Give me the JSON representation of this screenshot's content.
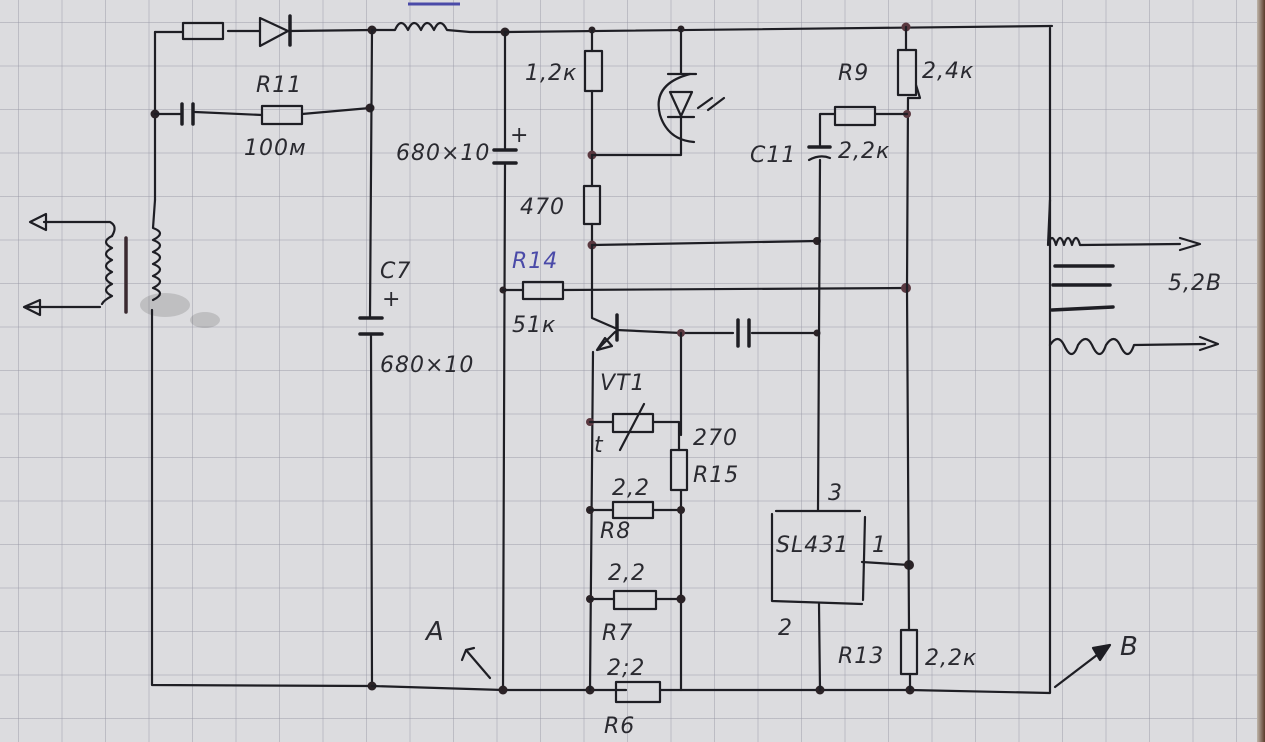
{
  "diagram": {
    "type": "hand-drawn circuit schematic on graph paper",
    "colors": {
      "paper": "#dcdcdf",
      "grid": "#9696a5",
      "ink": "#1e1e24",
      "blue_ink": "#4a4aa8"
    },
    "labels": {
      "r11_name": "R11",
      "r11_value": "100м",
      "c_top": "680×10",
      "c7_name": "C7",
      "c7_plus": "+",
      "c7_value": "680×10",
      "c_top_plus": "+",
      "r_1k2": "1,2к",
      "r_470": "470",
      "r14_name": "R14",
      "r14_value": "51к",
      "vt1": "VT1",
      "thermistor_t": "t",
      "r15_value": "270",
      "r15_name": "R15",
      "r8_value": "2,2",
      "r8_name": "R8",
      "r7_value": "2,2",
      "r7_name": "R7",
      "r6_value": "2;2",
      "r6_name": "R6",
      "r9_name": "R9",
      "r9_value": "2,2к",
      "pot_value": "2,4к",
      "c11_name": "C11",
      "ic_name": "SL431",
      "ic_pin3": "3",
      "ic_pin1": "1",
      "ic_pin2": "2",
      "r13_name": "R13",
      "r13_value": "2,2к",
      "output_voltage": "5,2В",
      "point_a": "A",
      "point_b": "B"
    },
    "components": [
      {
        "id": "fuse-resistor",
        "kind": "resistor"
      },
      {
        "id": "diode",
        "kind": "diode"
      },
      {
        "id": "inductor-top",
        "kind": "inductor"
      },
      {
        "id": "r11",
        "kind": "resistor",
        "value": "100м"
      },
      {
        "id": "c-snubber",
        "kind": "capacitor"
      },
      {
        "id": "c7",
        "kind": "electrolytic-capacitor",
        "value": "680×10"
      },
      {
        "id": "c-top",
        "kind": "electrolytic-capacitor",
        "value": "680×10"
      },
      {
        "id": "r-1k2",
        "kind": "resistor",
        "value": "1,2к"
      },
      {
        "id": "optocoupler-led",
        "kind": "led"
      },
      {
        "id": "r-470",
        "kind": "resistor",
        "value": "470"
      },
      {
        "id": "r14",
        "kind": "resistor",
        "value": "51к"
      },
      {
        "id": "vt1",
        "kind": "transistor"
      },
      {
        "id": "thermistor",
        "kind": "thermistor"
      },
      {
        "id": "r15",
        "kind": "resistor",
        "value": "270"
      },
      {
        "id": "r8",
        "kind": "resistor",
        "value": "2,2"
      },
      {
        "id": "r7",
        "kind": "resistor",
        "value": "2,2"
      },
      {
        "id": "r6",
        "kind": "resistor",
        "value": "2,2"
      },
      {
        "id": "r9",
        "kind": "resistor",
        "value": "2,2к"
      },
      {
        "id": "trimmer",
        "kind": "potentiometer",
        "value": "2,4к"
      },
      {
        "id": "c11",
        "kind": "capacitor"
      },
      {
        "id": "c-feedback",
        "kind": "capacitor"
      },
      {
        "id": "sl431",
        "kind": "shunt-regulator"
      },
      {
        "id": "r13",
        "kind": "resistor",
        "value": "2,2к"
      },
      {
        "id": "transformer-in",
        "kind": "transformer"
      },
      {
        "id": "transformer-out",
        "kind": "transformer",
        "value": "5,2В"
      }
    ]
  }
}
